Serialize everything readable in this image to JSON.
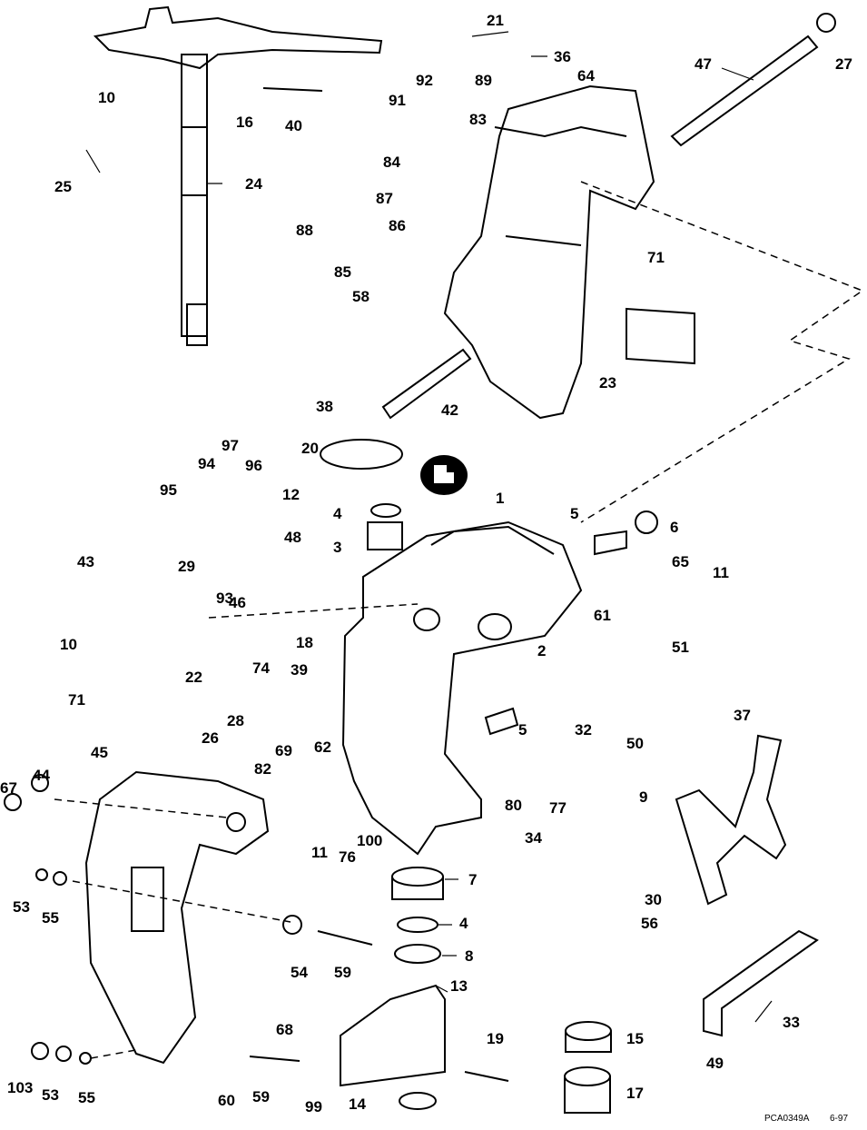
{
  "labels": [
    "21",
    "36",
    "27",
    "47",
    "64",
    "92",
    "89",
    "10",
    "91",
    "83",
    "16",
    "40",
    "84",
    "25",
    "24",
    "87",
    "86",
    "88",
    "71",
    "85",
    "58",
    "23",
    "38",
    "42",
    "20",
    "97",
    "94",
    "96",
    "95",
    "12",
    "1",
    "4",
    "5",
    "6",
    "48",
    "3",
    "29",
    "65",
    "11",
    "43",
    "93",
    "46",
    "61",
    "18",
    "10",
    "74",
    "22",
    "51",
    "2",
    "39",
    "71",
    "37",
    "32",
    "50",
    "5",
    "28",
    "26",
    "45",
    "62",
    "69",
    "82",
    "44",
    "67",
    "80",
    "77",
    "9",
    "34",
    "11",
    "76",
    "100",
    "7",
    "53",
    "55",
    "30",
    "4",
    "56",
    "54",
    "59",
    "8",
    "13",
    "33",
    "68",
    "15",
    "19",
    "49",
    "17",
    "103",
    "53",
    "55",
    "60",
    "59",
    "99",
    "14"
  ],
  "footer": {
    "code": "PCA0349A",
    "date": "6-97"
  },
  "icons": {
    "lubricant": "lubricant-symbol-icon"
  }
}
